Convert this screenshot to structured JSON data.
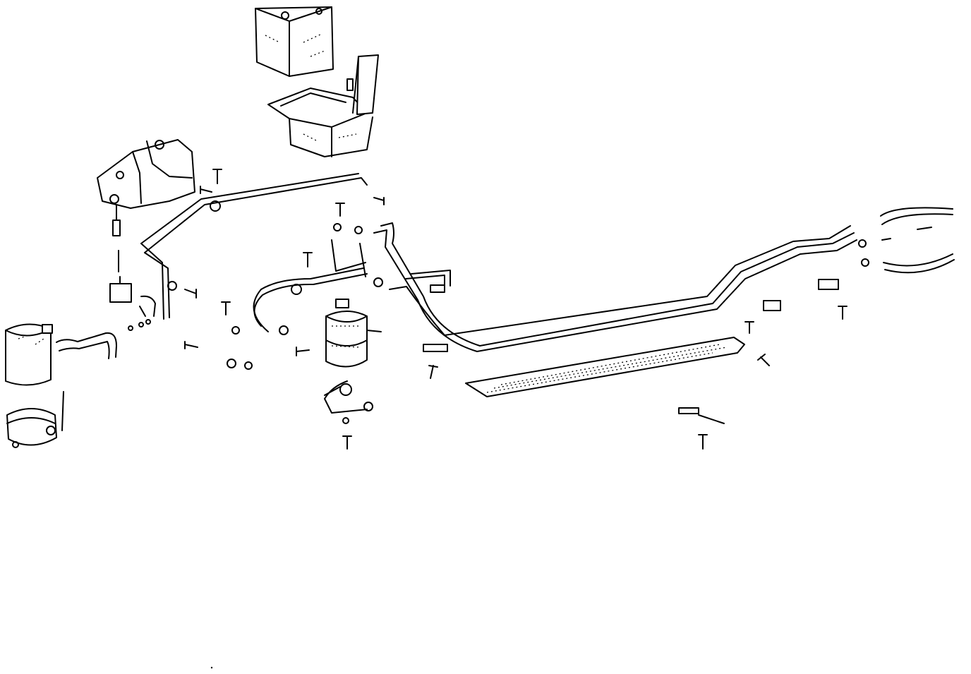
{
  "diagram": {
    "style": "black-and-white exploded parts line drawing",
    "background_color": "#ffffff",
    "line_color": "#000000",
    "parts": [
      "battery",
      "battery-tray",
      "filler-neck",
      "bracket-housing",
      "fuel-filter-canister",
      "canister-mounting-clamp",
      "fuel-pump",
      "fuel-lines",
      "heat-shield",
      "return-hoses",
      "bolts",
      "hose-clamps"
    ]
  }
}
